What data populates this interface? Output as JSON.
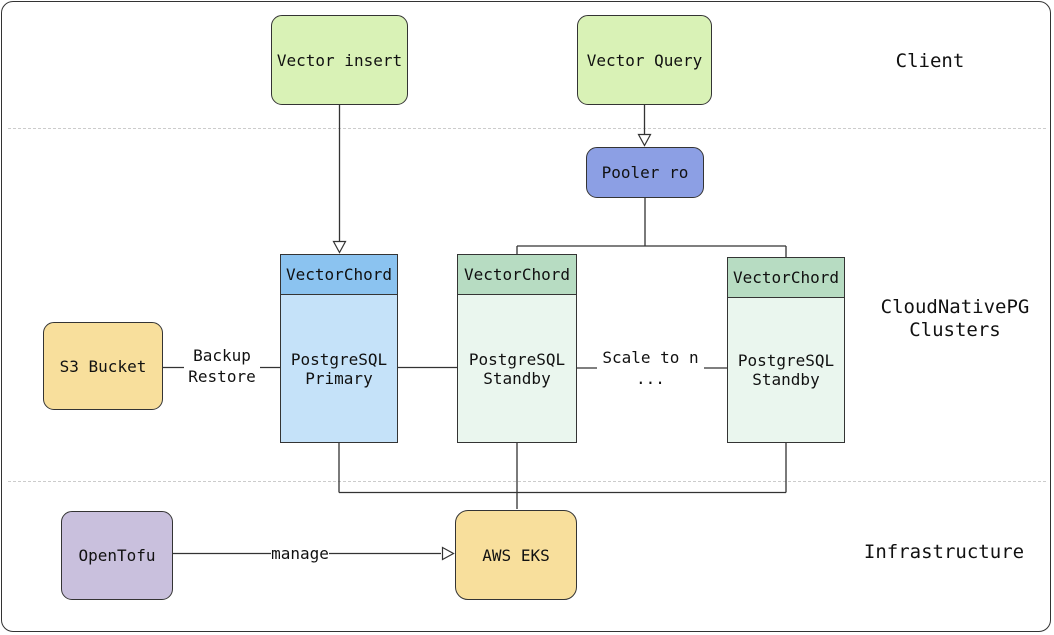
{
  "diagram": {
    "sections": {
      "client": {
        "label": "Client"
      },
      "clusters": {
        "label": "CloudNativePG\nClusters"
      },
      "infrastructure": {
        "label": "Infrastructure"
      }
    },
    "nodes": {
      "vector_insert": {
        "label": "Vector insert"
      },
      "vector_query": {
        "label": "Vector Query"
      },
      "pooler_ro": {
        "label": "Pooler ro"
      },
      "primary": {
        "header": "VectorChord",
        "body": "PostgreSQL\nPrimary"
      },
      "standby1": {
        "header": "VectorChord",
        "body": "PostgreSQL\nStandby"
      },
      "standby2": {
        "header": "VectorChord",
        "body": "PostgreSQL\nStandby"
      },
      "s3_bucket": {
        "label": "S3 Bucket"
      },
      "opentofu": {
        "label": "OpenTofu"
      },
      "aws_eks": {
        "label": "AWS EKS"
      }
    },
    "edge_labels": {
      "backup_restore": "Backup\nRestore",
      "scale_to_n": "Scale to n\n...",
      "manage": "manage"
    },
    "colors": {
      "client_node_fill": "#d9f2b6",
      "pooler_fill": "#8c9fe4",
      "primary_header_fill": "#8bc3f0",
      "primary_body_fill": "#c5e2f9",
      "standby_header_fill": "#b7dcc2",
      "standby_body_fill": "#eaf6ee",
      "infra_yellow_fill": "#f8df9c",
      "opentofu_fill": "#c9c0dd",
      "node_border": "#343434",
      "edge_line": "#333333",
      "section_divider": "#cccccc"
    }
  }
}
